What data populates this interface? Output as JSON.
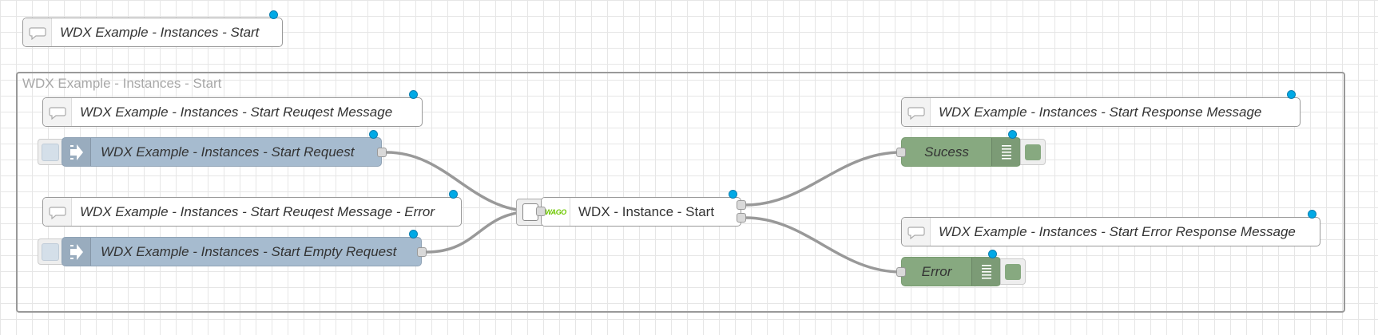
{
  "colors": {
    "inject": "#a6bbcf",
    "debug": "#87a980",
    "changed_dot": "#00a9e6",
    "wire": "#999999",
    "grid": "#e6e6e6"
  },
  "top_comment": {
    "label": "WDX Example - Instances - Start",
    "icon": "comment-icon"
  },
  "group": {
    "label": "WDX Example - Instances - Start"
  },
  "nodes": {
    "comment_request": {
      "label": "WDX Example - Instances - Start Reuqest Message",
      "icon": "comment-icon"
    },
    "inject_request": {
      "label": "WDX Example - Instances - Start Request",
      "icon": "inject-arrow-icon"
    },
    "comment_request_error": {
      "label": "WDX Example - Instances - Start Reuqest Message - Error",
      "icon": "comment-icon"
    },
    "inject_empty": {
      "label": "WDX Example - Instances - Start Empty Request",
      "icon": "inject-arrow-icon"
    },
    "wdx_start": {
      "label": "WDX - Instance - Start",
      "icon": "wago-logo-icon",
      "logo_text": "WAGO"
    },
    "comment_response": {
      "label": "WDX Example - Instances - Start Response Message",
      "icon": "comment-icon"
    },
    "debug_success": {
      "label": "Sucess",
      "icon": "debug-list-icon"
    },
    "comment_error_response": {
      "label": "WDX Example - Instances - Start Error Response Message",
      "icon": "comment-icon"
    },
    "debug_error": {
      "label": "Error",
      "icon": "debug-list-icon"
    }
  }
}
